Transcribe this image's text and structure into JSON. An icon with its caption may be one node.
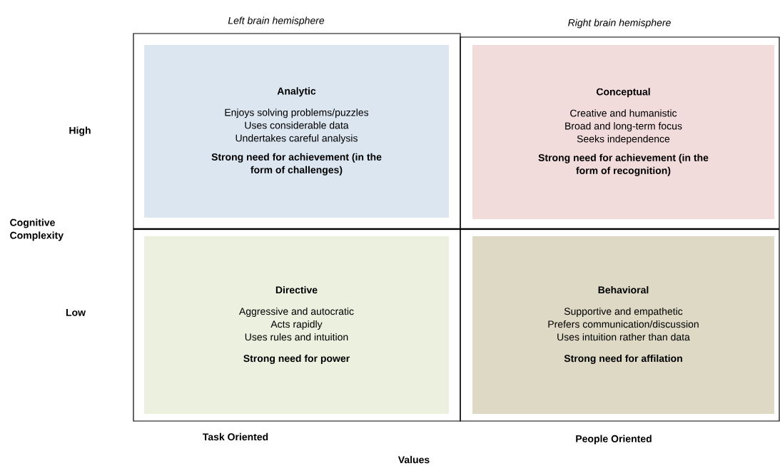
{
  "diagram": {
    "nodes": [
      {
        "text": [
          "Analytic",
          "Enjoys solving problems/puzzles",
          "Uses considerable data",
          "Undertakes careful analysis",
          "Strong need for achievement (in the form of challenges)"
        ]
      },
      {
        "text": [
          "Conceptual",
          "Creative and humanistic",
          "Broad and long-term focus",
          "Seeks independence",
          "Strong need for achievement (in the form of recognition)"
        ]
      },
      {
        "text": [
          "Directive",
          "Aggressive and autocratic",
          "Acts rapidly",
          "Uses rules and intuition",
          "Strong need for power"
        ]
      },
      {
        "text": [
          "Behavioral",
          "Supportive and empathetic",
          "Prefers communication/discussion",
          "Uses intuition rather than data",
          "Strong need for affilation"
        ]
      }
    ],
    "labels": [
      "Left brain hemisphere",
      "Right brain hemisphere",
      "High",
      "Cognitive Complexity",
      "Low",
      "Task Oriented",
      "People Oriented",
      "Values"
    ]
  }
}
